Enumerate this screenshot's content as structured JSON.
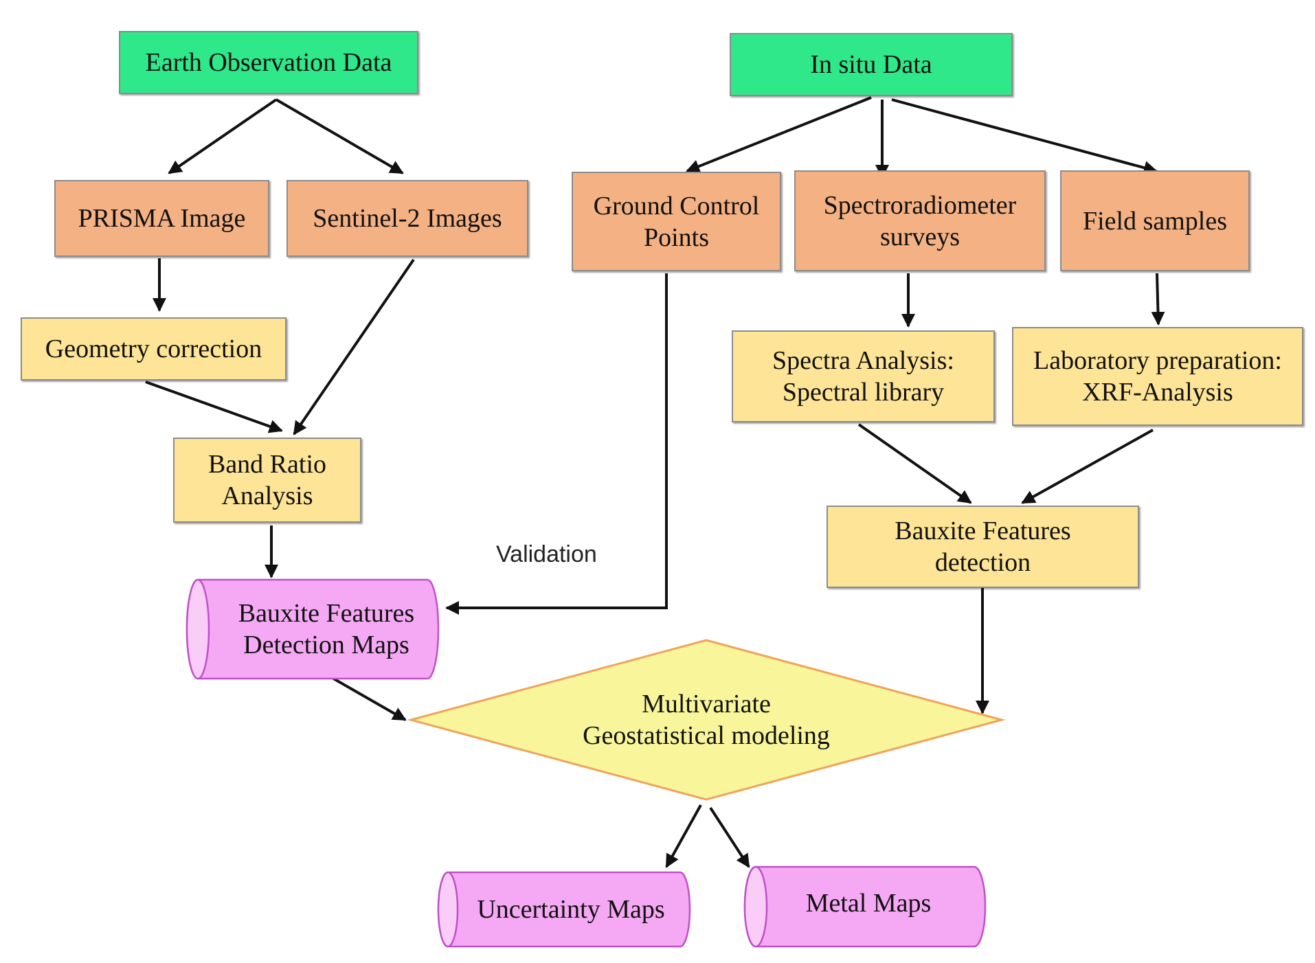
{
  "nodes": {
    "earth_observation": "Earth Observation Data",
    "in_situ": "In situ Data",
    "prisma": "PRISMA Image",
    "sentinel2": "Sentinel-2 Images",
    "ground_control": "Ground Control\nPoints",
    "spectroradiometer": "Spectroradiometer\nsurveys",
    "field_samples": "Field samples",
    "geometry_correction": "Geometry correction",
    "spectra_analysis": "Spectra Analysis:\nSpectral library",
    "lab_preparation": "Laboratory preparation:\nXRF-Analysis",
    "band_ratio": "Band Ratio\nAnalysis",
    "bauxite_detection": "Bauxite Features\ndetection",
    "bauxite_maps": "Bauxite Features\nDetection Maps",
    "multivariate": "Multivariate\nGeostatistical modeling",
    "uncertainty_maps": "Uncertainty Maps",
    "metal_maps": "Metal Maps"
  },
  "labels": {
    "validation": "Validation"
  },
  "colors": {
    "source_fill": "#2ee88a",
    "input_fill": "#f4b183",
    "process_fill": "#fde496",
    "output_fill": "#f5a8f3",
    "decision_fill": "#f8f59b",
    "decision_stroke": "#f0a35a"
  }
}
